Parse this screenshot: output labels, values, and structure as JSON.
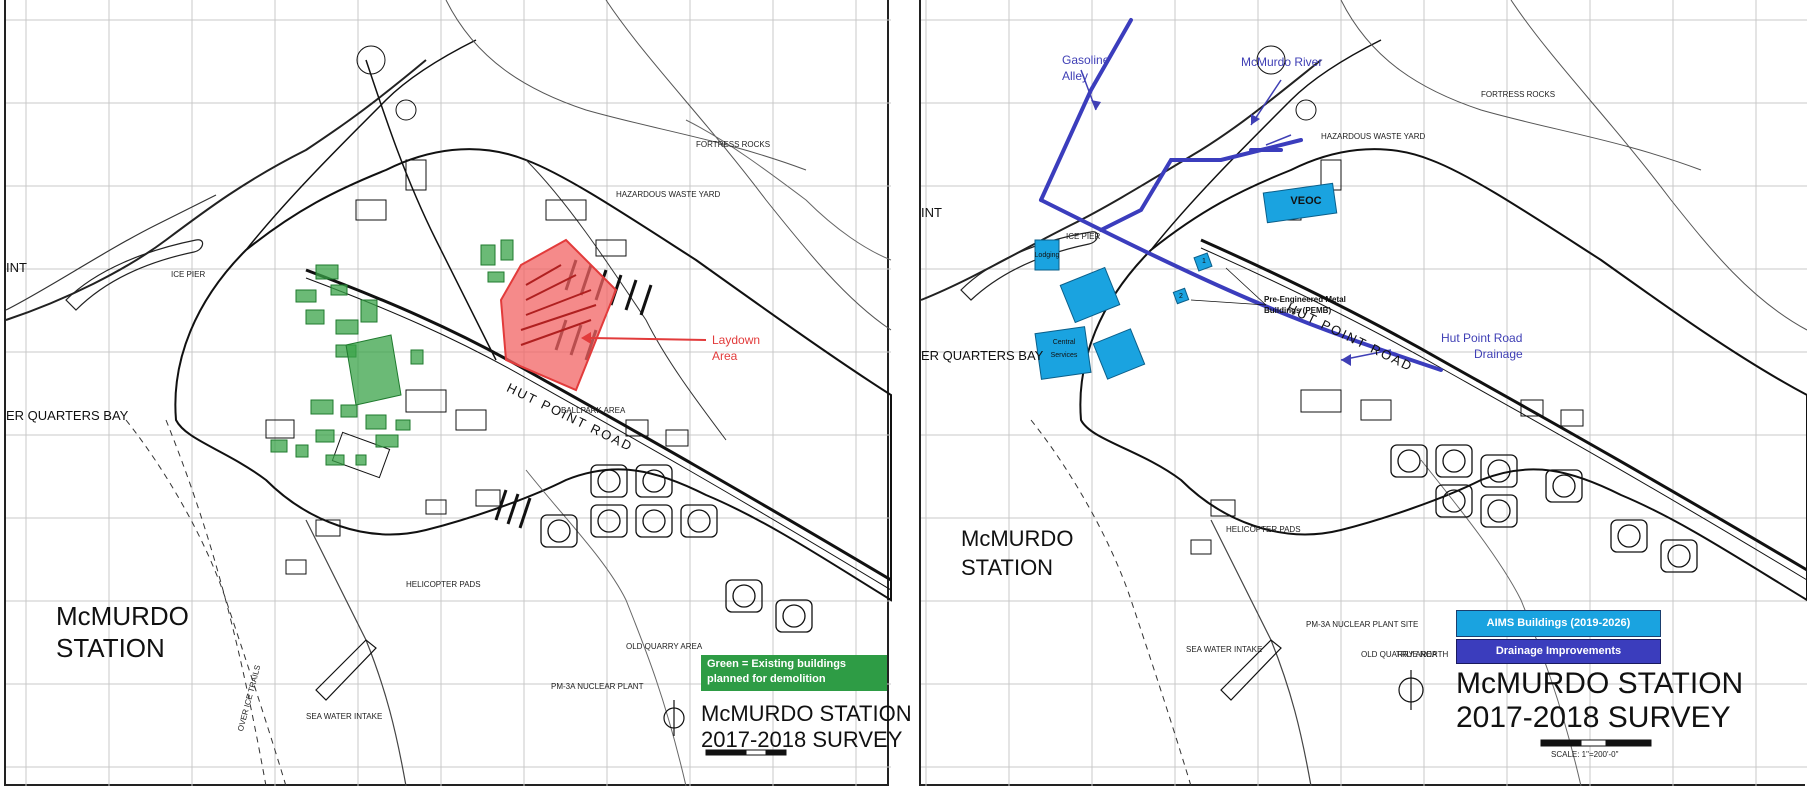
{
  "left_map": {
    "station_title": [
      "McMURDO",
      "STATION"
    ],
    "survey_title": [
      "McMURDO STATION",
      "2017-2018 SURVEY"
    ],
    "labels": {
      "quarters_bay": "ER QUARTERS BAY",
      "point": "INT",
      "ice_pier": "ICE PIER",
      "hazardous": "HAZARDOUS WASTE YARD",
      "fortress": "FORTRESS ROCKS",
      "ballpark": "BALLPARK AREA",
      "hut_point": "HUT POINT ROAD",
      "helicopter": "HELICOPTER PADS",
      "sea_water": "SEA WATER INTAKE",
      "old_quarry": "OLD QUARRY AREA",
      "nuclear": "PM-3A NUCLEAR PLANT",
      "ice_trails": "OVER ICE TRAILS"
    },
    "annotation_laydown": [
      "Laydown",
      "Area"
    ],
    "legend": [
      "Green = Existing buildings",
      "planned for demolition"
    ],
    "colors": {
      "laydown": "#f26363",
      "demolition": "#3aa348",
      "annotation": "#e23b3b"
    }
  },
  "right_map": {
    "station_title": [
      "McMURDO",
      "STATION"
    ],
    "survey_title": [
      "McMURDO STATION",
      "2017-2018 SURVEY"
    ],
    "labels": {
      "quarters_bay": "ER QUARTERS BAY",
      "point": "INT",
      "ice_pier": "ICE PIER",
      "hazardous": "HAZARDOUS WASTE YARD",
      "fortress": "FORTRESS ROCKS",
      "hut_point": "HUT POINT ROAD",
      "helicopter": "HELICOPTER PADS",
      "sea_water": "SEA WATER INTAKE",
      "old_quarry": "OLD QUARRY AREA",
      "nuclear": "PM-3A NUCLEAR PLANT SITE",
      "true_north": "TRUE NORTH",
      "scale": "SCALE: 1\"=200'-0\""
    },
    "annotations": {
      "gasoline": [
        "Gasoline",
        "Alley"
      ],
      "river": "McMurdo River",
      "hut_drainage": [
        "Hut Point Road",
        "Drainage"
      ],
      "pemb": [
        "Pre-Engineered Metal",
        "Buildings (PEMB)"
      ]
    },
    "buildings": {
      "veoc": "VEOC",
      "lodging": "Lodging",
      "central": [
        "Central",
        "Services"
      ],
      "pemb_1": "1",
      "pemb_2": "2"
    },
    "legend": {
      "aims": "AIMS Buildings (2019-2026)",
      "drainage": "Drainage Improvements"
    },
    "colors": {
      "aims": "#1aa3e0",
      "drainage": "#3b3dbd",
      "annotation": "#3f3fb5"
    }
  }
}
